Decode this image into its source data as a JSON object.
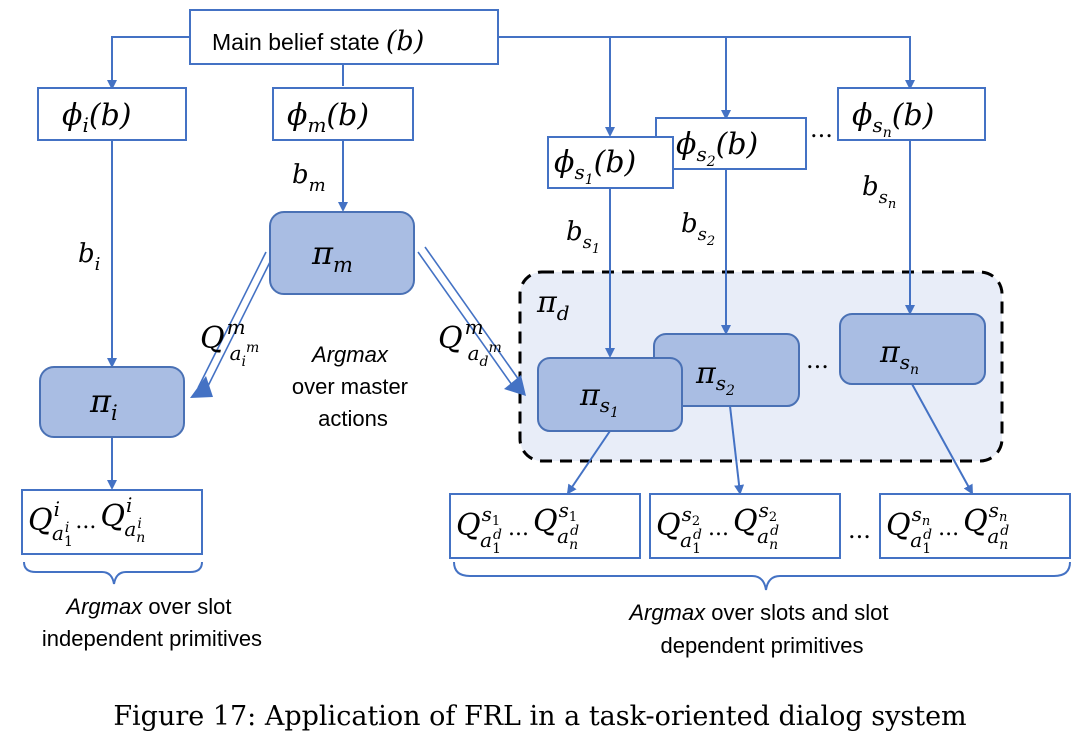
{
  "figure": {
    "caption": "Figure 17: Application of FRL in a task-oriented dialog system"
  },
  "nodes": {
    "main_belief": {
      "label": "Main belief state",
      "symbol": "(b)"
    },
    "phi_i": {
      "label": "ϕ",
      "sub": "i",
      "arg": "(b)"
    },
    "phi_m": {
      "label": "ϕ",
      "sub": "m",
      "arg": "(b)"
    },
    "phi_s1": {
      "label": "ϕ",
      "sub": "s",
      "subsub": "1",
      "arg": "(b)"
    },
    "phi_s2": {
      "label": "ϕ",
      "sub": "s",
      "subsub": "2",
      "arg": "(b)"
    },
    "phi_sn": {
      "label": "ϕ",
      "sub": "s",
      "subsub": "n",
      "arg": "(b)"
    },
    "pi_m": {
      "label": "π",
      "sub": "m"
    },
    "pi_i": {
      "label": "π",
      "sub": "i"
    },
    "pi_d": {
      "label": "π",
      "sub": "d"
    },
    "pi_s1": {
      "label": "π",
      "sub": "s",
      "subsub": "1"
    },
    "pi_s2": {
      "label": "π",
      "sub": "s",
      "subsub": "2"
    },
    "pi_sn": {
      "label": "π",
      "sub": "s",
      "subsub": "n"
    }
  },
  "edge_labels": {
    "b_m": {
      "base": "b",
      "sub": "m"
    },
    "b_i": {
      "base": "b",
      "sub": "i"
    },
    "b_s1": {
      "base": "b",
      "sub": "s",
      "subsub": "1"
    },
    "b_s2": {
      "base": "b",
      "sub": "s",
      "subsub": "2"
    },
    "b_sn": {
      "base": "b",
      "sub": "s",
      "subsub": "n"
    },
    "q_i_m": {
      "base": "Q",
      "sup": "m",
      "sub": "a",
      "subsub": "i",
      "subsup": "m"
    },
    "q_d_m": {
      "base": "Q",
      "sup": "m",
      "sub": "a",
      "subsub": "d",
      "subsup": "m"
    }
  },
  "q_boxes": {
    "independent": {
      "base": "Q",
      "sup": "i",
      "sub": "a",
      "subsub": "i",
      "first_index": "1",
      "last_index": "n"
    },
    "slot1": {
      "base": "Q",
      "sup": "s",
      "supsub": "1",
      "sub": "a",
      "subsub": "d",
      "first_index": "1",
      "last_index": "n"
    },
    "slot2": {
      "base": "Q",
      "sup": "s",
      "supsub": "2",
      "sub": "a",
      "subsub": "d",
      "first_index": "1",
      "last_index": "n"
    },
    "slotn": {
      "base": "Q",
      "sup": "s",
      "supsub": "n",
      "sub": "a",
      "subsub": "d",
      "first_index": "1",
      "last_index": "n"
    }
  },
  "ellipsis": "...",
  "annotations": {
    "master": {
      "line1": "Argmax",
      "line2": "over master",
      "line3": "actions"
    },
    "independent": {
      "italic": "Argmax",
      "rest": " over slot",
      "line2": "independent primitives"
    },
    "dependent": {
      "italic": "Argmax",
      "rest": " over slots and slot",
      "line2": "dependent primitives"
    }
  },
  "colors": {
    "line": "#4472c4",
    "box_fill": "#a9bde3",
    "box_stroke": "#4a71b5",
    "region_fill": "#e8edf8",
    "text": "#000000"
  }
}
